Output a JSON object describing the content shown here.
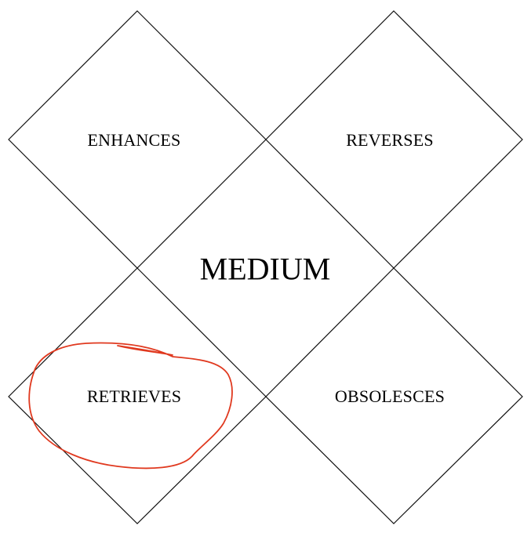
{
  "diagram": {
    "center_label": "MEDIUM",
    "top_left_label": "ENHANCES",
    "top_right_label": "REVERSES",
    "bottom_left_label": "RETRIEVES",
    "bottom_right_label": "OBSOLESCES"
  },
  "colors": {
    "line": "#111111",
    "annotation": "#e0391f",
    "background": "#ffffff"
  }
}
